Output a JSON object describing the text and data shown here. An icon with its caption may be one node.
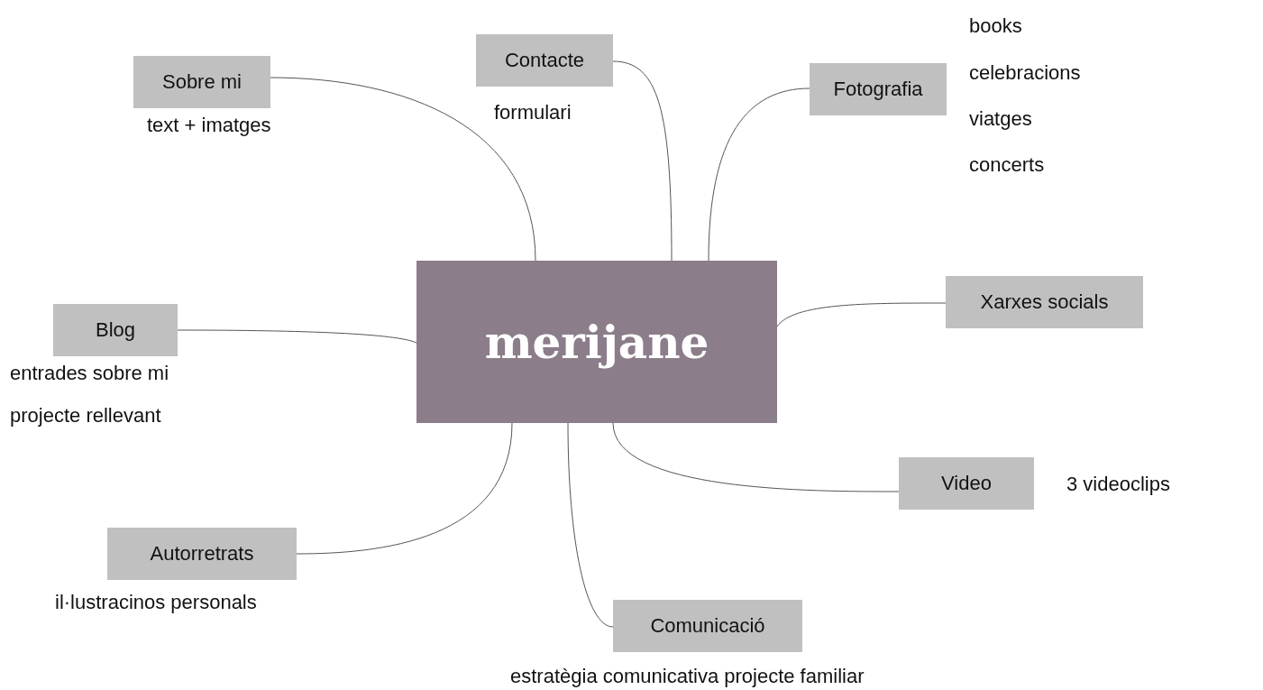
{
  "diagram": {
    "nodes": [
      {
        "text": [
          "merijane"
        ]
      },
      {
        "text": [
          "Sobre mi"
        ],
        "beside": [
          "text + imatges"
        ]
      },
      {
        "text": [
          "Contacte"
        ],
        "beside": [
          "formulari"
        ]
      },
      {
        "text": [
          "Fotografia"
        ],
        "beside": [
          "books",
          "celebracions",
          "viatges",
          "concerts"
        ]
      },
      {
        "text": [
          "Xarxes socials"
        ]
      },
      {
        "text": [
          "Blog"
        ],
        "beside": [
          "entrades sobre mi",
          "projecte rellevant"
        ]
      },
      {
        "text": [
          "Video"
        ],
        "beside": [
          "3 videoclips"
        ]
      },
      {
        "text": [
          "Autorretrats"
        ],
        "beside": [
          "il·lustracinos personals"
        ]
      },
      {
        "text": [
          "Comunicació"
        ],
        "beside": [
          "estratègia comunicativa projecte familiar"
        ]
      }
    ],
    "edges": [
      {
        "from": 0,
        "to": 1,
        "arrow": "none"
      },
      {
        "from": 0,
        "to": 2,
        "arrow": "none"
      },
      {
        "from": 0,
        "to": 3,
        "arrow": "none"
      },
      {
        "from": 0,
        "to": 4,
        "arrow": "none"
      },
      {
        "from": 0,
        "to": 5,
        "arrow": "none"
      },
      {
        "from": 0,
        "to": 6,
        "arrow": "none"
      },
      {
        "from": 0,
        "to": 7,
        "arrow": "none"
      },
      {
        "from": 0,
        "to": 8,
        "arrow": "none"
      }
    ]
  }
}
